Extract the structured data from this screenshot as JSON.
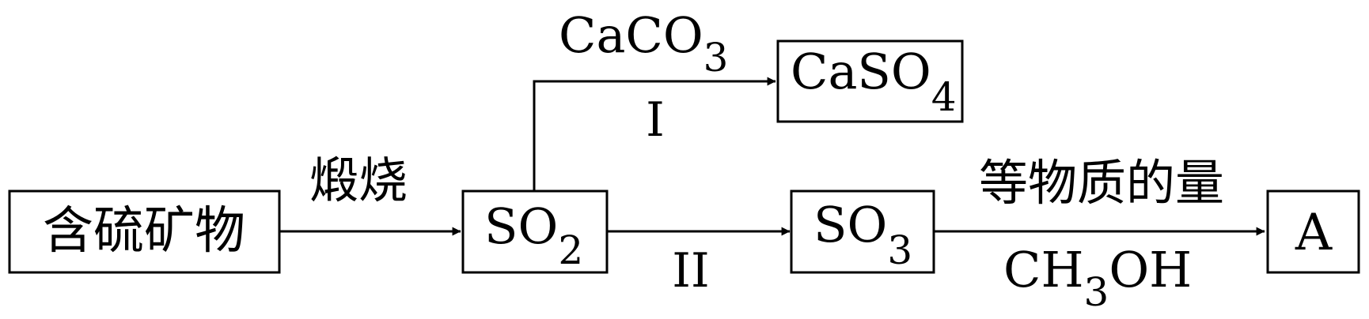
{
  "nodes": {
    "ore": "含硫矿物",
    "so2": {
      "base": "SO",
      "sub": "2"
    },
    "caso4": {
      "base": "CaSO",
      "sub": "4"
    },
    "so3": {
      "base": "SO",
      "sub": "3"
    },
    "a": "A"
  },
  "edges": {
    "roast": {
      "label": "煅烧"
    },
    "step1": {
      "reagent": {
        "base": "CaCO",
        "sub": "3"
      },
      "roman": "I"
    },
    "step2": {
      "roman": "II"
    },
    "step3": {
      "label": "等物质的量",
      "reagent": {
        "pre": "CH",
        "sub": "3",
        "post": "OH"
      }
    }
  }
}
